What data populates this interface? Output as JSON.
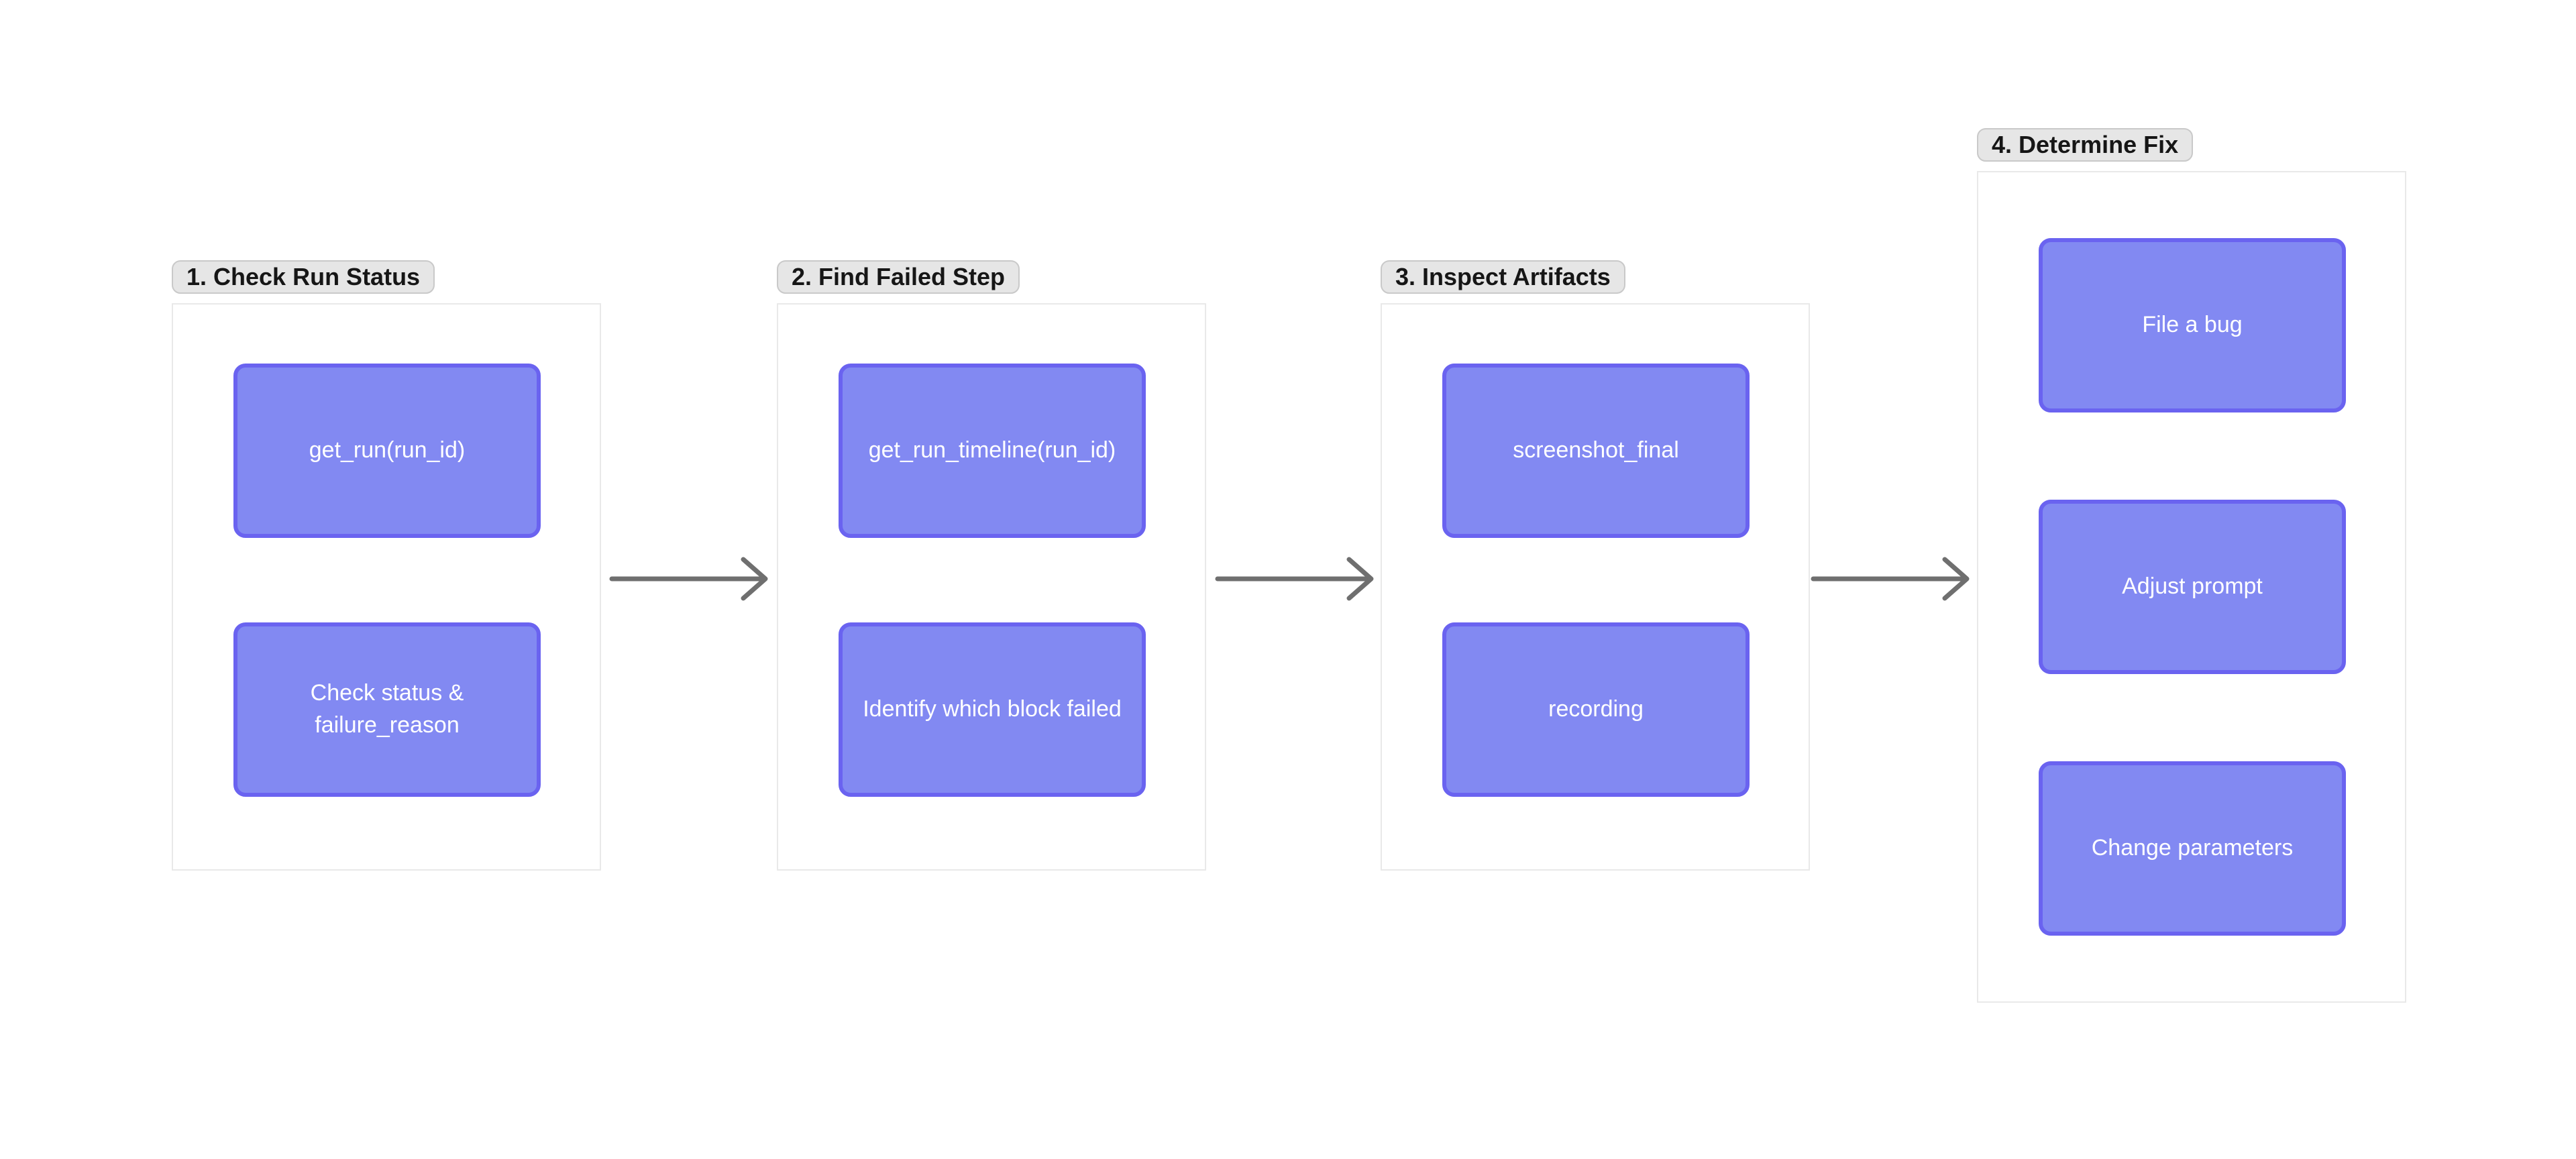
{
  "groups": [
    {
      "label": "1. Check Run Status",
      "nodes": [
        "get_run(run_id)",
        "Check status & failure_reason"
      ]
    },
    {
      "label": "2. Find Failed Step",
      "nodes": [
        "get_run_timeline(run_id)",
        "Identify which block failed"
      ]
    },
    {
      "label": "3. Inspect Artifacts",
      "nodes": [
        "screenshot_final",
        "recording"
      ]
    },
    {
      "label": "4. Determine Fix",
      "nodes": [
        "File a bug",
        "Adjust prompt",
        "Change parameters"
      ]
    }
  ],
  "arrows": [
    {
      "from": "1. Check Run Status",
      "to": "2. Find Failed Step"
    },
    {
      "from": "2. Find Failed Step",
      "to": "3. Inspect Artifacts"
    },
    {
      "from": "3. Inspect Artifacts",
      "to": "4. Determine Fix"
    }
  ],
  "colors": {
    "node-fill": "#8289f2",
    "node-border": "#6a63f0",
    "node-text": "#ffffff",
    "badge-bg": "#e6e6e6",
    "badge-border": "#c9c9c9",
    "badge-text": "#161616",
    "frame-border": "#e9e9e9",
    "arrow": "#6f6f6f",
    "canvas-bg": "#ffffff"
  }
}
